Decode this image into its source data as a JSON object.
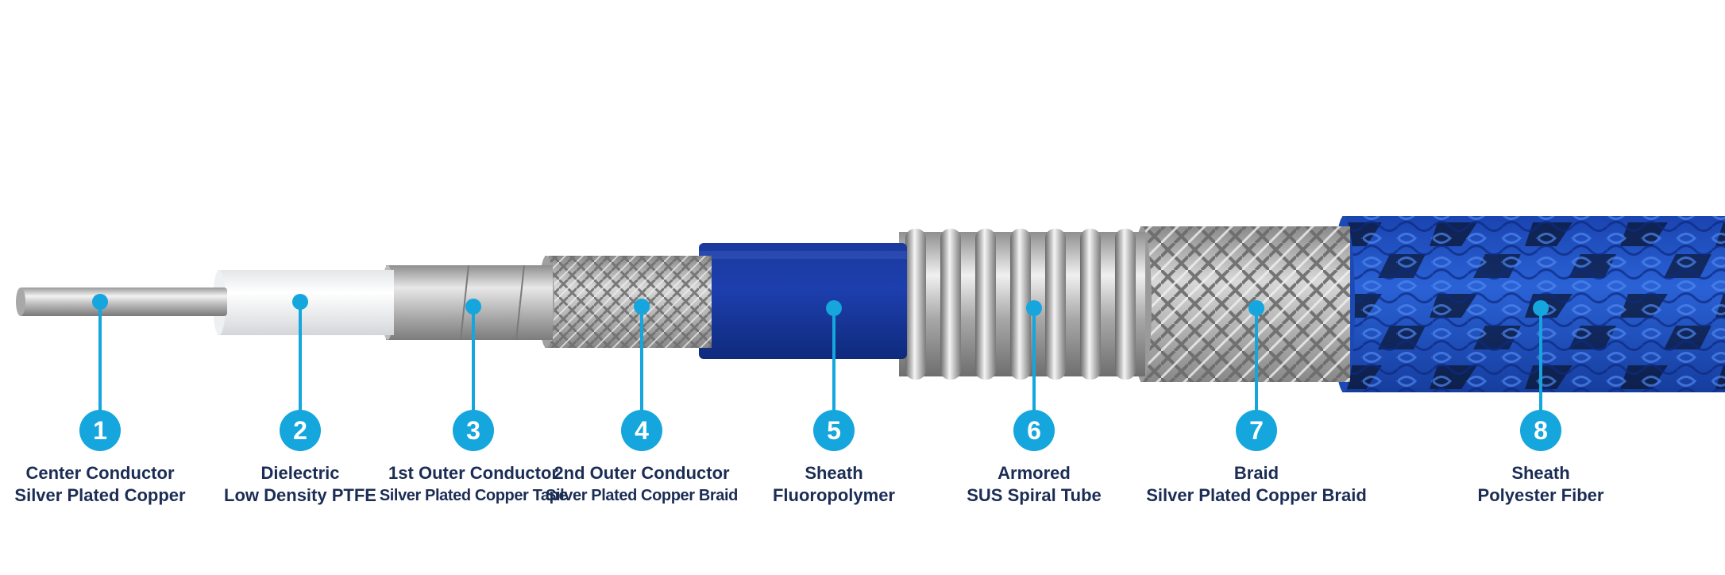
{
  "colors": {
    "callout": "#14a6dc",
    "label_text": "#1b2d55",
    "fluoropolymer": "#16369a",
    "polyester_fiber": "#1f55c8"
  },
  "layers": [
    {
      "number": "1",
      "title": "Center Conductor",
      "material": "Silver Plated Copper"
    },
    {
      "number": "2",
      "title": "Dielectric",
      "material": "Low Density PTFE"
    },
    {
      "number": "3",
      "title": "1st Outer Conductor",
      "material": "Silver Plated Copper Tape"
    },
    {
      "number": "4",
      "title": "2nd Outer Conductor",
      "material": "Silver Plated Copper Braid"
    },
    {
      "number": "5",
      "title": "Sheath",
      "material": "Fluoropolymer"
    },
    {
      "number": "6",
      "title": "Armored",
      "material": "SUS Spiral Tube"
    },
    {
      "number": "7",
      "title": "Braid",
      "material": "Silver Plated Copper Braid"
    },
    {
      "number": "8",
      "title": "Sheath",
      "material": "Polyester Fiber"
    }
  ]
}
